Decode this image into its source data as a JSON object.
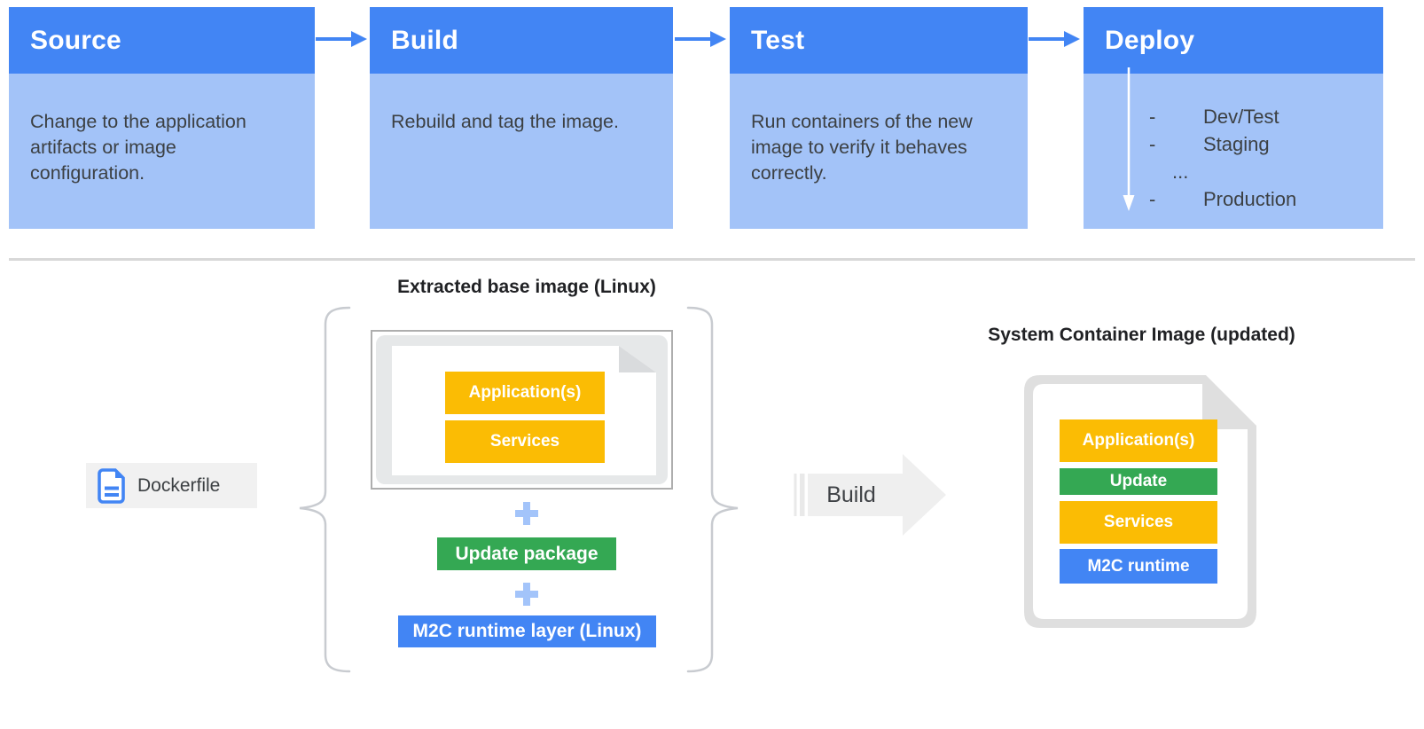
{
  "pipeline": {
    "steps": [
      {
        "title": "Source",
        "description": "Change to the application artifacts or image configuration."
      },
      {
        "title": "Build",
        "description": "Rebuild and tag the image."
      },
      {
        "title": "Test",
        "description": "Run containers of the new image to verify it behaves correctly."
      },
      {
        "title": "Deploy",
        "environments": [
          {
            "bullet": "-",
            "label": "Dev/Test"
          },
          {
            "bullet": "-",
            "label": "Staging"
          },
          {
            "bullet": "",
            "label": "..."
          },
          {
            "bullet": "-",
            "label": "Production"
          }
        ]
      }
    ]
  },
  "build_flow": {
    "dockerfile": {
      "label": "Dockerfile",
      "icon": "blue-document-icon"
    },
    "extracted_base_image": {
      "title": "Extracted base image (Linux)",
      "layers": [
        {
          "label": "Application(s)",
          "color": "#FBBC04"
        },
        {
          "label": "Services",
          "color": "#FBBC04"
        }
      ]
    },
    "plus_sign": "+",
    "update_package": {
      "label": "Update package",
      "color": "#34A853"
    },
    "runtime_layer": {
      "label": "M2C runtime layer (Linux)",
      "color": "#4285F4"
    },
    "build_arrow_label": "Build",
    "system_container_image": {
      "title": "System Container Image (updated)",
      "layers": [
        {
          "label": "Application(s)",
          "color": "#FBBC04"
        },
        {
          "label": "Update",
          "color": "#34A853"
        },
        {
          "label": "Services",
          "color": "#FBBC04"
        },
        {
          "label": "M2C runtime",
          "color": "#4285F4"
        }
      ]
    }
  },
  "colors": {
    "header_blue": "#4285F4",
    "body_light_blue": "#A3C3F8",
    "accent_yellow": "#FBBC04",
    "accent_green": "#34A853",
    "accent_blue": "#4285F4",
    "text_dark": "#3C4043",
    "arrow_gray": "#EFEFEF"
  }
}
